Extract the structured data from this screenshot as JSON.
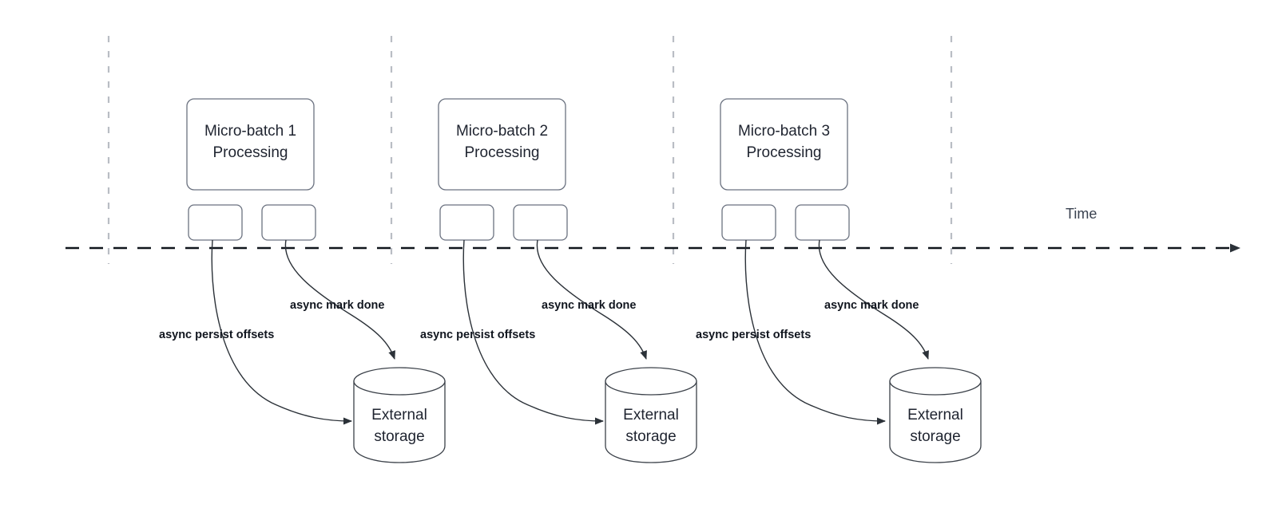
{
  "diagram": {
    "title": "Micro-batch processing timeline with async offset persistence",
    "colors": {
      "background": "#ffffff",
      "node_stroke": "#6b7280",
      "cylinder_stroke": "#3b4149",
      "arrow": "#2b3138",
      "timeline": "#10151c",
      "tick": "#b9bdc4",
      "node_text": "#1f2430",
      "edge_label_text": "#11161f"
    },
    "timeline": {
      "axis_label": "Time",
      "arrow_direction": "right",
      "style": "dashed"
    },
    "groups": [
      {
        "id": "batch-1",
        "process_label_line1": "Micro-batch 1",
        "process_label_line2": "Processing",
        "task_boxes": [
          "",
          ""
        ],
        "edges": [
          {
            "label": "async persist offsets",
            "from": "task-box-left",
            "to": "external-storage"
          },
          {
            "label": "async mark done",
            "from": "task-box-right",
            "to": "external-storage"
          }
        ],
        "storage_label_line1": "External",
        "storage_label_line2": "storage"
      },
      {
        "id": "batch-2",
        "process_label_line1": "Micro-batch 2",
        "process_label_line2": "Processing",
        "task_boxes": [
          "",
          ""
        ],
        "edges": [
          {
            "label": "async persist offsets",
            "from": "task-box-left",
            "to": "external-storage"
          },
          {
            "label": "async mark done",
            "from": "task-box-right",
            "to": "external-storage"
          }
        ],
        "storage_label_line1": "External",
        "storage_label_line2": "storage"
      },
      {
        "id": "batch-3",
        "process_label_line1": "Micro-batch 3",
        "process_label_line2": "Processing",
        "task_boxes": [
          "",
          ""
        ],
        "edges": [
          {
            "label": "async persist offsets",
            "from": "task-box-left",
            "to": "external-storage"
          },
          {
            "label": "async mark done",
            "from": "task-box-right",
            "to": "external-storage"
          }
        ],
        "storage_label_line1": "External",
        "storage_label_line2": "storage"
      }
    ]
  }
}
